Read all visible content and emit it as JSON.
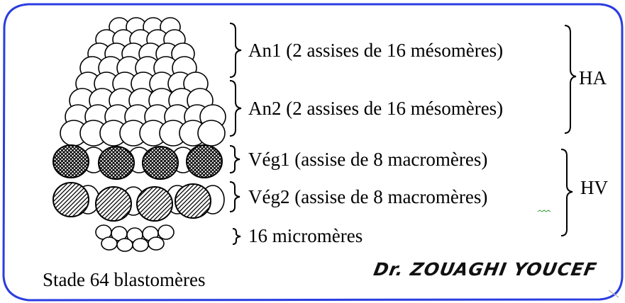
{
  "colors": {
    "frame": "#2a3de0",
    "ink": "#000000",
    "underline": "#3a9a3a"
  },
  "layers": [
    {
      "id": "an1",
      "label": "An1 (2 assises de 16 mésomères)"
    },
    {
      "id": "an2",
      "label": "An2 (2 assises de 16 mésomères)"
    },
    {
      "id": "veg1",
      "label": "Vég1 (assise de 8 macromères)"
    },
    {
      "id": "veg2",
      "label": "Vég2 (assise de 8 macromères)"
    },
    {
      "id": "micro",
      "label": "16 micromères"
    }
  ],
  "groups": {
    "animal": "HA",
    "vegetal": "HV"
  },
  "caption": "Stade 64 blastomères",
  "author": "Dr. ZOUAGHI YOUCEF",
  "embryo": {
    "cell_types": {
      "mesomere": "white",
      "macromere_veg1": "cross-hatched",
      "macromere_veg2": "diagonal-hatched",
      "micromere": "white"
    }
  }
}
